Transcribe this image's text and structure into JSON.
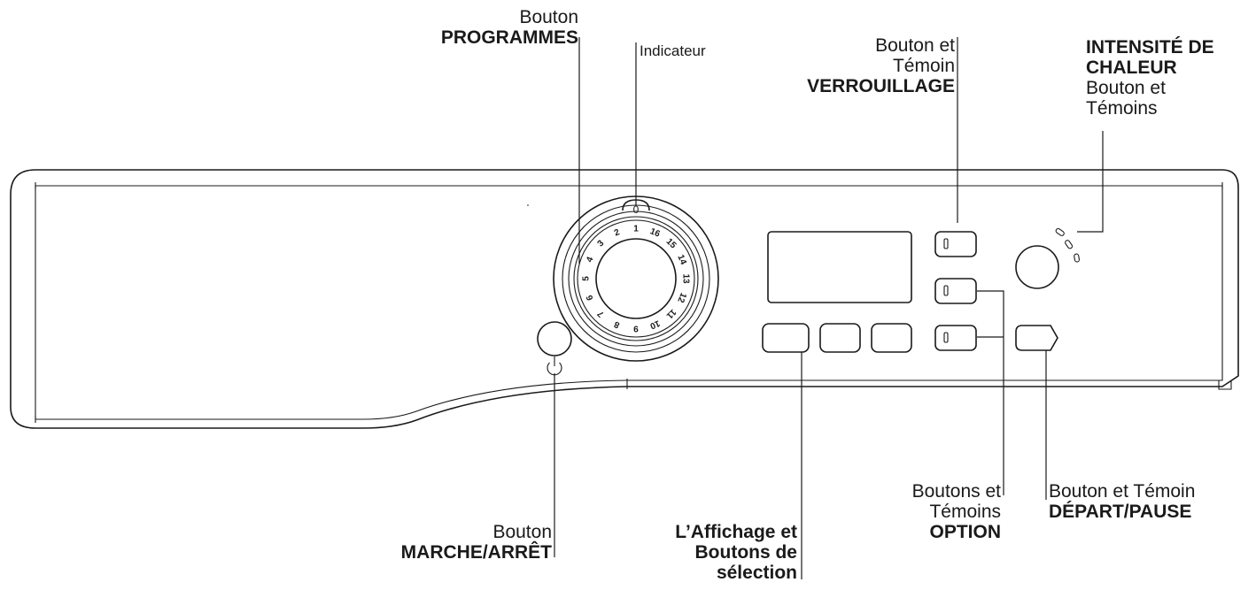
{
  "labels": {
    "programmes": {
      "line1": "Bouton",
      "line2": "PROGRAMMES"
    },
    "indicateur": {
      "line1": "Indicateur"
    },
    "verrouillage": {
      "line1": "Bouton et",
      "line2": "Témoin",
      "line3": "VERROUILLAGE"
    },
    "intensite": {
      "line1": "INTENSITÉ DE",
      "line2": "CHALEUR",
      "line3": "Bouton et",
      "line4": "Témoins"
    },
    "marche_arret": {
      "line1": "Bouton",
      "line2": "MARCHE/ARRÊT"
    },
    "affichage": {
      "line1": "L’Affichage et",
      "line2": "Boutons de",
      "line3": "sélection"
    },
    "option": {
      "line1": "Boutons et",
      "line2": "Témoins",
      "line3": "OPTION"
    },
    "depart_pause": {
      "line1": "Bouton et Témoin",
      "line2": "DÉPART/PAUSE"
    }
  },
  "dial": {
    "numbers": [
      "1",
      "2",
      "3",
      "4",
      "5",
      "6",
      "7",
      "8",
      "9",
      "10",
      "11",
      "12",
      "13",
      "14",
      "15",
      "16"
    ],
    "indicator_mark": "0"
  },
  "colors": {
    "ink": "#1a1a1a",
    "background": "#ffffff"
  }
}
